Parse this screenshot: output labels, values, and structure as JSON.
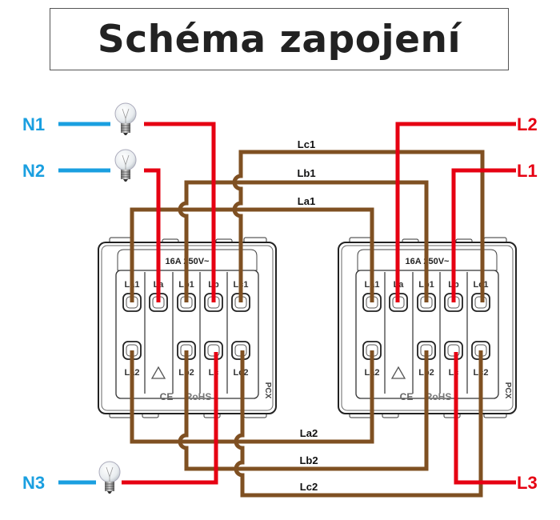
{
  "title": "Schéma zapojení",
  "colors": {
    "neutral": "#1a9fe0",
    "live": "#e60012",
    "traveler": "#7f5022"
  },
  "sources": {
    "N1": "N1",
    "N2": "N2",
    "N3": "N3",
    "L1": "L1",
    "L2": "L2",
    "L3": "L3"
  },
  "wire_labels": {
    "Lc1": "Lc1",
    "Lb1": "Lb1",
    "La1": "La1",
    "La2": "La2",
    "Lb2": "Lb2",
    "Lc2": "Lc2"
  },
  "switch": {
    "rating": "16A 250V~",
    "top_terminals": [
      "La1",
      "La",
      "Lb1",
      "Lb",
      "Lc1"
    ],
    "bottom_terminals": [
      "La2",
      "",
      "Lb2",
      "Lc",
      "Lc2"
    ],
    "marks": {
      "ce": "CE",
      "rohs": "RoHS",
      "brand": "PCX"
    }
  },
  "icons": {
    "lamp": "light-bulb-icon",
    "recycle": "recycle-icon"
  }
}
